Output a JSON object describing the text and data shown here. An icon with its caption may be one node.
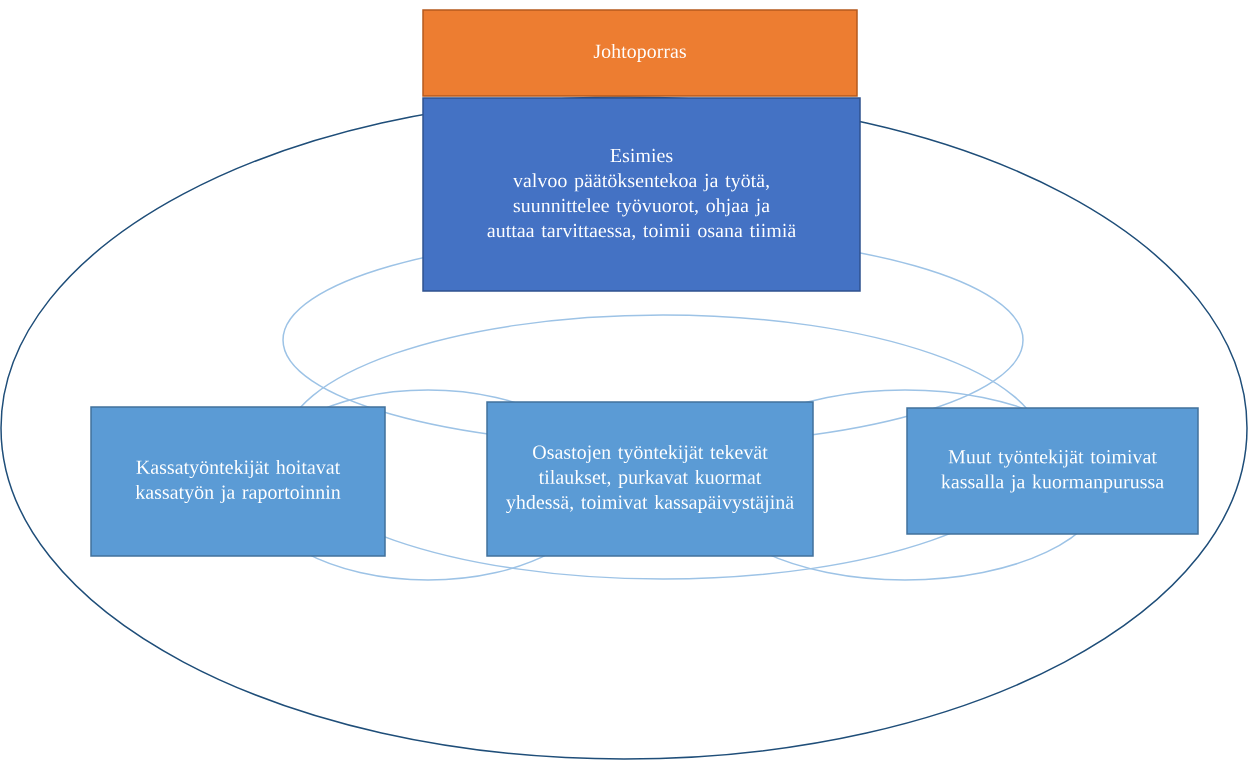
{
  "diagram": {
    "nodes": [
      {
        "text": [
          "Johtoporras"
        ]
      },
      {
        "text": [
          "Esimies",
          "valvoo päätöksentekoa ja työtä, suunnittelee työvuorot, ohjaa ja auttaa tarvittaessa, toimii osana tiimiä"
        ]
      },
      {
        "text": [
          "Kassatyöntekijät hoitavat kassatyön ja raportoinnin"
        ]
      },
      {
        "text": [
          "Osastojen työntekijät tekevät tilaukset, purkavat kuormat yhdessä, toimivat kassapäivystäjinä"
        ]
      },
      {
        "text": [
          "Muut työntekijät toimivat kassalla ja kuormanpurussa"
        ]
      }
    ]
  }
}
